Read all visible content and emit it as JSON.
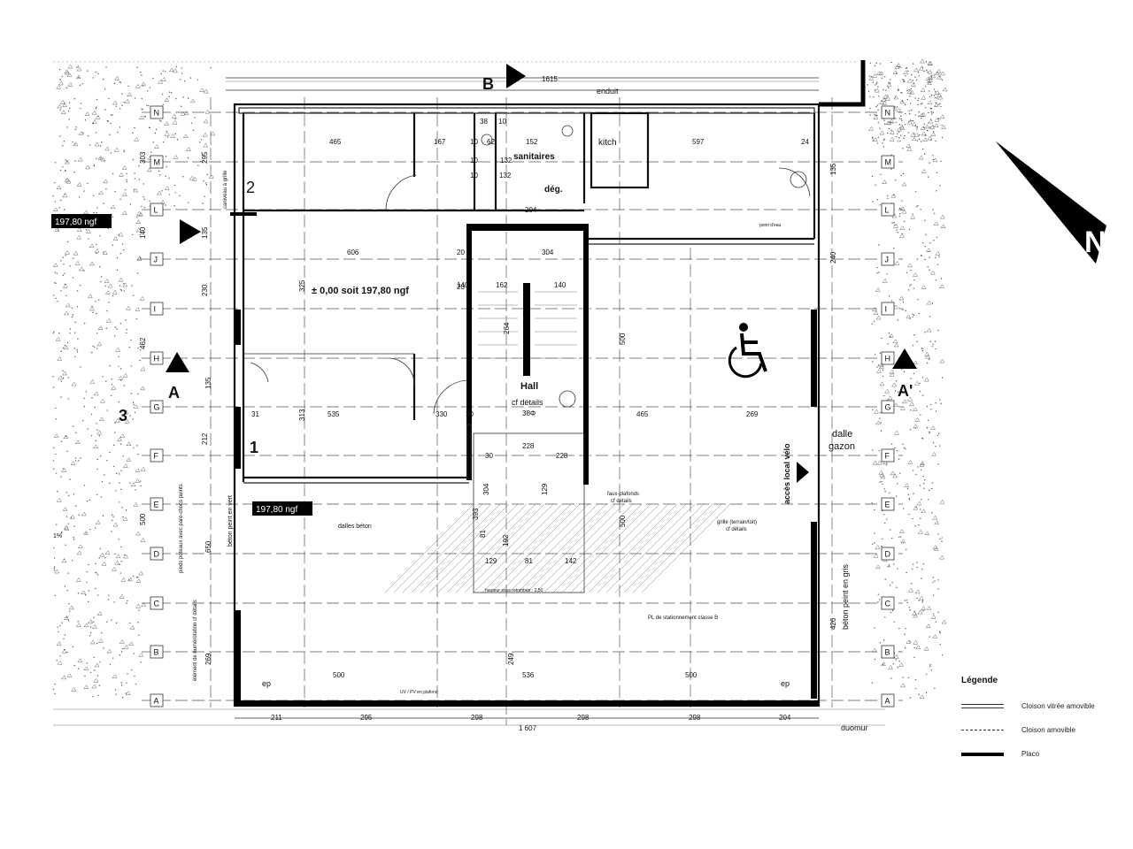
{
  "title_level": "± 0,00 soit 197,80 ngf",
  "levels": {
    "left_upper": "197,80 ngf",
    "left_lower": "197,80 ngf"
  },
  "sections": {
    "a_left": "A",
    "a_right": "A'",
    "b": "B",
    "b_dim": "1615"
  },
  "rooms": {
    "sanitaires": "sanitaires",
    "deg": "dég.",
    "kitch": "kitch",
    "hall": "Hall",
    "hall_note": "cf détails",
    "hall_dim": "38Φ",
    "dalles_beton": "dalles béton",
    "dalle_gazon_1": "dalle",
    "dalle_gazon_2": "gazon",
    "acces_velo": "accès local vélo",
    "parking": "PL de stationnement classe B",
    "faux_plafonds": "faux-plafonds",
    "faux_plafonds_note": "cf détails",
    "grille": "grille (terrain/toit)",
    "grille_note": "cf détails",
    "point_eau": "point d'eau",
    "beton_gris": "béton peint en gris",
    "beton_vert": "béton peint en vert",
    "caniveau": "caniveau à grille",
    "element_numerotation": "élément de numérotation cf détails",
    "pieds_poteaux": "pieds poteaux avec pare-chocs peints",
    "enduit": "enduit",
    "ep_left": "ep",
    "ep_right": "ep",
    "duomur": "duomur",
    "uv_plafond": "UV / PV en plafond",
    "hauteur_note": "hauteur sous retombée : 2,50",
    "slope": "1%"
  },
  "zone_numbers": {
    "z1": "1",
    "z2": "2",
    "z3": "3"
  },
  "grid_rows": [
    "N",
    "M",
    "L",
    "J",
    "I",
    "H",
    "G",
    "F",
    "E",
    "D",
    "C",
    "B",
    "A"
  ],
  "top_dims": [
    "465",
    "167",
    "152",
    "597",
    "24",
    "38",
    "10",
    "62",
    "10",
    "132",
    "10",
    "132",
    "10",
    "204",
    "606",
    "20",
    "304",
    "20"
  ],
  "bottom_dims": [
    "211",
    "295",
    "298",
    "298",
    "298",
    "204"
  ],
  "bottom_total": "1 607",
  "side_dims": [
    "303",
    "295",
    "140",
    "135",
    "230",
    "462",
    "212",
    "500",
    "426",
    "269",
    "650",
    "135",
    "135",
    "240"
  ],
  "inner_dims": [
    "325",
    "264",
    "500",
    "313",
    "500",
    "393",
    "249",
    "500",
    "536",
    "500",
    "535",
    "465",
    "269",
    "330",
    "31",
    "30",
    "30",
    "228",
    "228",
    "304",
    "129",
    "129",
    "81",
    "142",
    "81",
    "192",
    "162",
    "140",
    "140",
    "20"
  ],
  "legend": {
    "title": "Légende",
    "items": [
      {
        "label": "Cloison vitrée amovible",
        "style": "glass"
      },
      {
        "label": "Cloison amovible",
        "style": "dashed"
      },
      {
        "label": "Placo",
        "style": "thick"
      }
    ]
  },
  "north": {
    "label": "N"
  },
  "colors": {
    "ink": "#111111",
    "paper": "#ffffff"
  }
}
